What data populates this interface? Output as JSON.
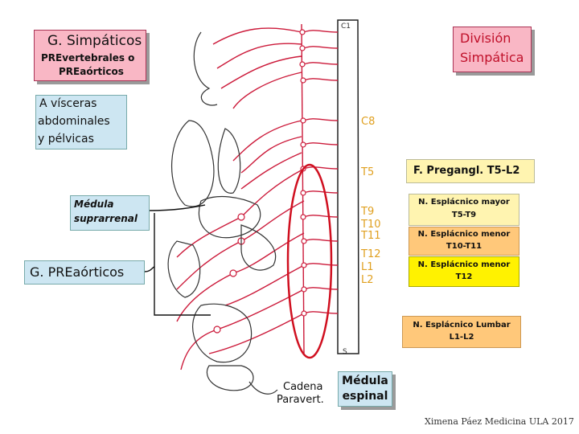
{
  "boxes": {
    "simpaticos_title": "G. Simpáticos",
    "prevertebrales_line1": "PREvertebrales o",
    "prevertebrales_line2": "PREaórticos",
    "division_line1": "División",
    "division_line2": "Simpática",
    "visceras_line1": "A vísceras",
    "visceras_line2": "abdominales",
    "visceras_line3": "y pélvicas",
    "medula_line1": "Médula",
    "medula_line2": "suprarrenal",
    "preaorticos": "G. PREaórticos",
    "preganglionar": "F. Pregangl. T5-L2",
    "esplacnico_mayor_line1": "N. Esplácnico  mayor",
    "esplacnico_mayor_line2": "T5-T9",
    "esplacnico_menor1_line1": "N. Esplácnico  menor",
    "esplacnico_menor1_line2": "T10-T11",
    "esplacnico_menor2_line1": "N. Esplácnico  menor",
    "esplacnico_menor2_line2": "T12",
    "esplacnico_lumbar_line1": "N. Esplácnico  Lumbar",
    "esplacnico_lumbar_line2": "L1-L2",
    "medula_espinal_line1": "Médula",
    "medula_espinal_line2": "espinal"
  },
  "labels": {
    "cadena_line1": "Cadena",
    "cadena_line2": "Paravert.",
    "credit": "Ximena Páez Medicina ULA 2017"
  },
  "segments": [
    "C8",
    "T5",
    "T9",
    "T10",
    "T11",
    "T12",
    "L1",
    "L2"
  ],
  "colors": {
    "pink_box": "#f9b7c5",
    "blue_box": "#cde6f2",
    "pale_yellow_box": "#fff4b0",
    "yellow_box": "#fff200",
    "orange_box": "#ffc87a",
    "segment_text": "#e0a020",
    "nerve": "#cc1a3a"
  }
}
